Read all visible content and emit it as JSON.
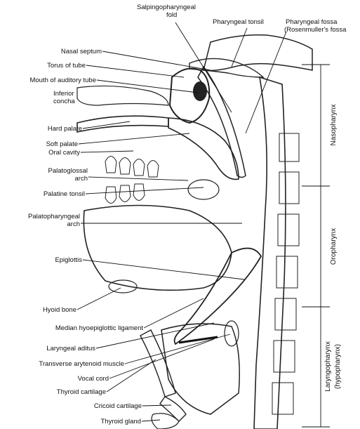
{
  "labels": {
    "salpingopharyngeal_fold_1": "Salpingopharyngeal",
    "salpingopharyngeal_fold_2": "fold",
    "pharyngeal_tonsil": "Pharyngeal tonsil",
    "pharyngeal_fossa_1": "Pharyngeal fossa",
    "pharyngeal_fossa_2": "(Rosenmuller's fossa",
    "nasal_septum": "Nasal septum",
    "torus_of_tube": "Torus of tube",
    "mouth_of_auditory_tube": "Mouth of auditory tube",
    "inferior_concha_1": "Inferior",
    "inferior_concha_2": "concha",
    "hard_palate": "Hard palate",
    "soft_palate": "Soft palate",
    "oral_cavity": "Oral cavity",
    "palatoglossal_arch_1": "Palatoglossal",
    "palatoglossal_arch_2": "arch",
    "palatine_tonsil": "Palatine tonsil",
    "palatopharyngeal_arch_1": "Palatopharyngeal",
    "palatopharyngeal_arch_2": "arch",
    "epiglottis": "Epiglottis",
    "hyoid_bone": "Hyoid bone",
    "median_hyoepiglottic_ligament": "Median hyoepiglottic ligament",
    "laryngeal_aditus": "Laryngeal aditus",
    "transverse_arytenoid_muscle": "Transverse arytenoid muscle",
    "vocal_cord": "Vocal cord",
    "thyroid_cartilage": "Thyroid cartilage",
    "cricoid_cartilage": "Cricoid cartilage",
    "thyroid_gland": "Thyroid gland"
  },
  "regions": {
    "nasopharynx": "Nasopharynx",
    "oropharynx": "Oropharynx",
    "laryngopharynx": "Laryngopharynx",
    "hypopharynx": "(hypopharynx)"
  }
}
